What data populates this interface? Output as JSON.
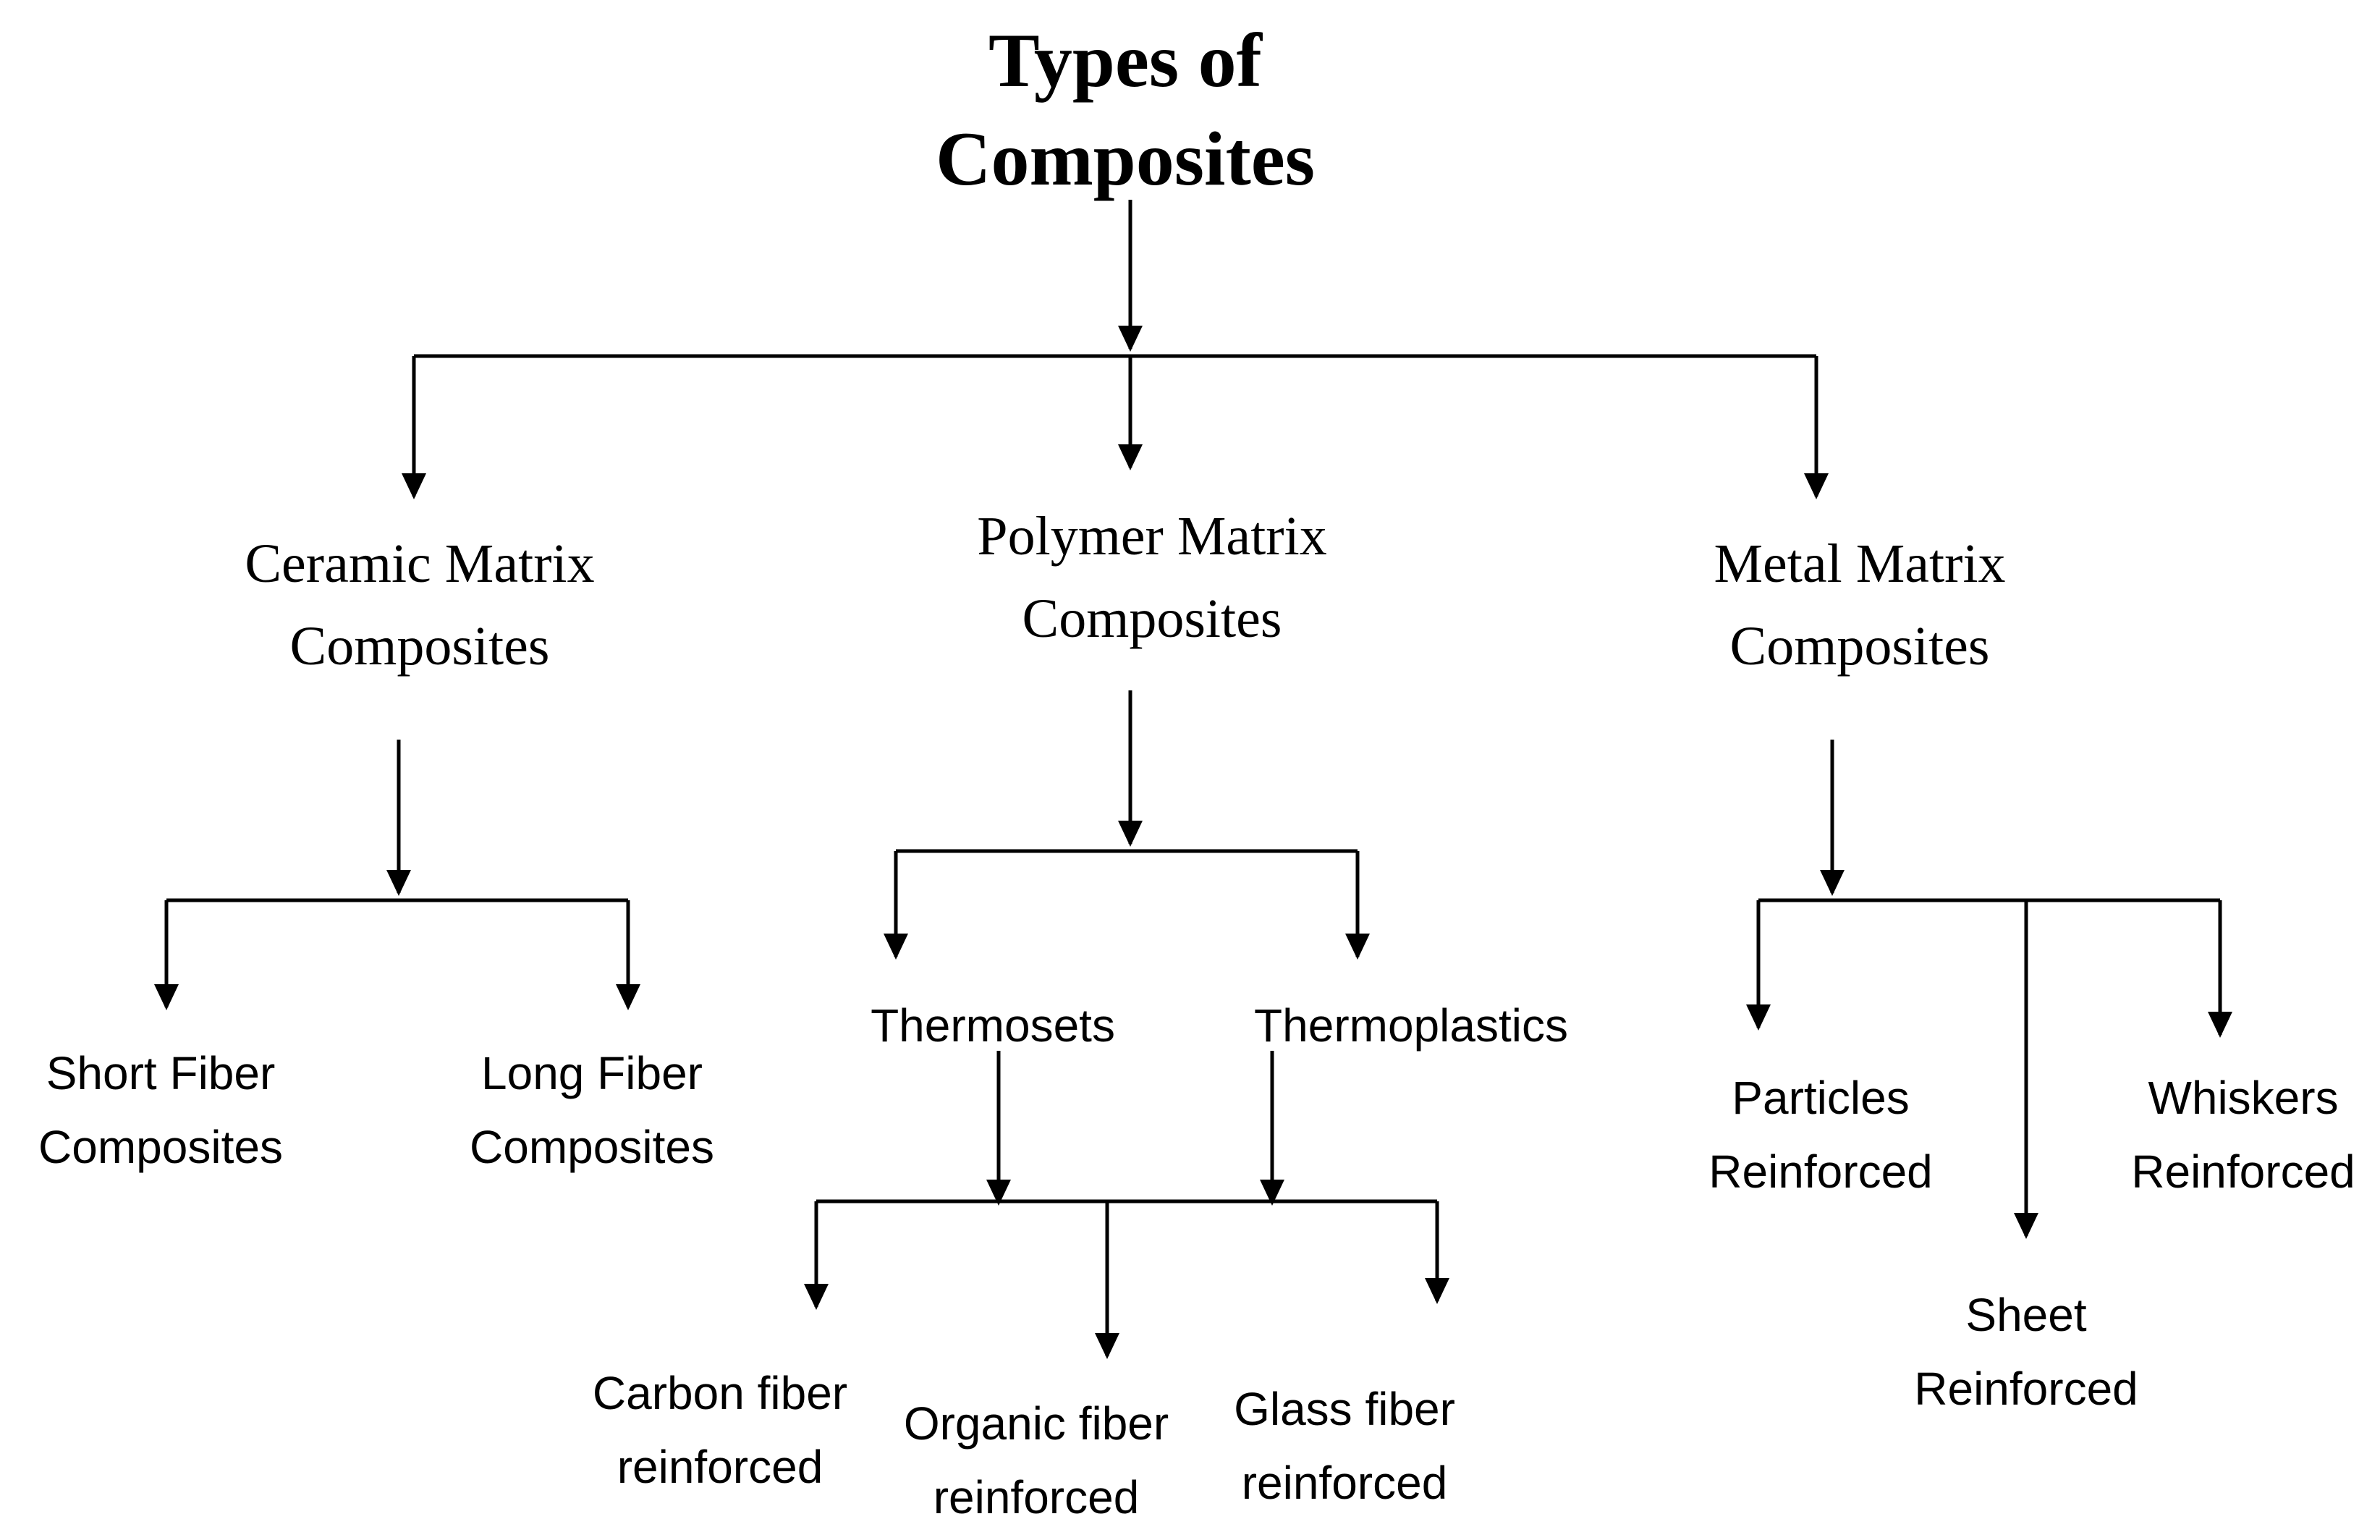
{
  "title": {
    "line1": "Types of",
    "line2": "Composites"
  },
  "matrix_types": {
    "ceramic": {
      "line1": "Ceramic Matrix",
      "line2": "Composites"
    },
    "polymer": {
      "line1": "Polymer Matrix",
      "line2": "Composites"
    },
    "metal": {
      "line1": "Metal Matrix",
      "line2": "Composites"
    }
  },
  "ceramic_children": {
    "short": {
      "line1": "Short Fiber",
      "line2": "Composites"
    },
    "long": {
      "line1": "Long Fiber",
      "line2": "Composites"
    }
  },
  "polymer_children": {
    "thermosets": "Thermosets",
    "thermoplastics": "Thermoplastics"
  },
  "polymer_reinforcements": {
    "carbon": {
      "line1": "Carbon fiber",
      "line2": "reinforced"
    },
    "organic": {
      "line1": "Organic fiber",
      "line2": "reinforced"
    },
    "glass": {
      "line1": "Glass fiber",
      "line2": "reinforced"
    }
  },
  "metal_children": {
    "particles": {
      "line1": "Particles",
      "line2": "Reinforced"
    },
    "sheet": {
      "line1": "Sheet",
      "line2": "Reinforced"
    },
    "whiskers": {
      "line1": "Whiskers",
      "line2": "Reinforced"
    }
  }
}
